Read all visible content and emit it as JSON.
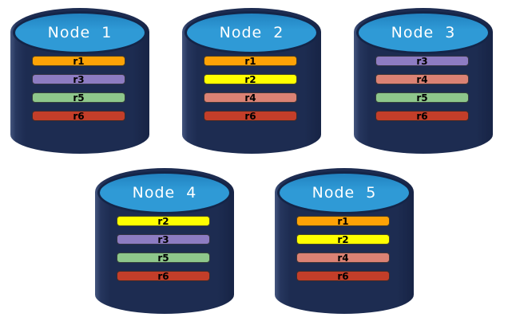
{
  "colors": {
    "background": "#ffffff",
    "cylinder_body": "#1d2c51",
    "cylinder_top": "#2f9ad6",
    "cylinder_border": "#142548",
    "title_text": "#ffffff",
    "bar_text": "#000000",
    "replica_r1": "#fda206",
    "replica_r2": "#feff00",
    "replica_r3": "#8d7cc2",
    "replica_r4": "#db8274",
    "replica_r5": "#8ec78b",
    "replica_r6": "#c33e29"
  },
  "nodes": [
    {
      "title": "Node  1",
      "replicas": [
        {
          "label": "r1",
          "color": "#fda206"
        },
        {
          "label": "r3",
          "color": "#8d7cc2"
        },
        {
          "label": "r5",
          "color": "#8ec78b"
        },
        {
          "label": "r6",
          "color": "#c33e29"
        }
      ]
    },
    {
      "title": "Node  2",
      "replicas": [
        {
          "label": "r1",
          "color": "#fda206"
        },
        {
          "label": "r2",
          "color": "#feff00"
        },
        {
          "label": "r4",
          "color": "#db8274"
        },
        {
          "label": "r6",
          "color": "#c33e29"
        }
      ]
    },
    {
      "title": "Node  3",
      "replicas": [
        {
          "label": "r3",
          "color": "#8d7cc2"
        },
        {
          "label": "r4",
          "color": "#db8274"
        },
        {
          "label": "r5",
          "color": "#8ec78b"
        },
        {
          "label": "r6",
          "color": "#c33e29"
        }
      ]
    },
    {
      "title": "Node  4",
      "replicas": [
        {
          "label": "r2",
          "color": "#feff00"
        },
        {
          "label": "r3",
          "color": "#8d7cc2"
        },
        {
          "label": "r5",
          "color": "#8ec78b"
        },
        {
          "label": "r6",
          "color": "#c33e29"
        }
      ]
    },
    {
      "title": "Node  5",
      "replicas": [
        {
          "label": "r1",
          "color": "#fda206"
        },
        {
          "label": "r2",
          "color": "#feff00"
        },
        {
          "label": "r4",
          "color": "#db8274"
        },
        {
          "label": "r6",
          "color": "#c33e29"
        }
      ]
    }
  ]
}
